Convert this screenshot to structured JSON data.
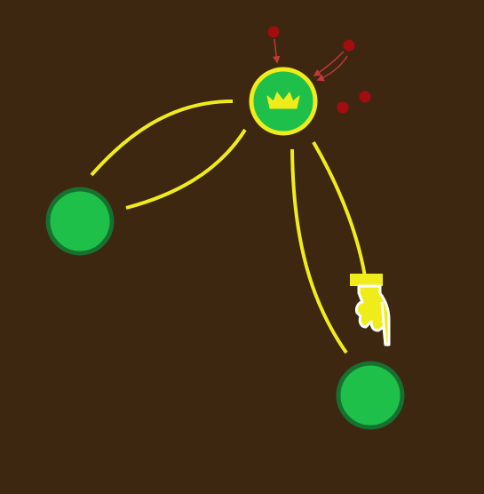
{
  "game": {
    "background_color": "#3d2710",
    "link_color": "#f0ec1c",
    "node_fill_color": "#1ec04a",
    "node_border_color": "#17702f",
    "selected_border_color": "#f0ec1c",
    "crown_color": "#f0ec1c",
    "enemy_dot_color": "#a30d10",
    "enemy_arrow_color": "#c33a3a",
    "hand_color": "#f0ec1c"
  },
  "nodes": [
    {
      "id": "capital",
      "owner": "player",
      "selected": true,
      "icon": "crown-icon"
    },
    {
      "id": "left",
      "owner": "player",
      "selected": false
    },
    {
      "id": "bottom",
      "owner": "player",
      "selected": false
    }
  ],
  "links": [
    {
      "from": "capital",
      "to": "left"
    },
    {
      "from": "capital",
      "to": "bottom"
    }
  ],
  "enemy_units": 4,
  "hint": {
    "icon": "pointing-hand-icon",
    "action": "drag"
  }
}
